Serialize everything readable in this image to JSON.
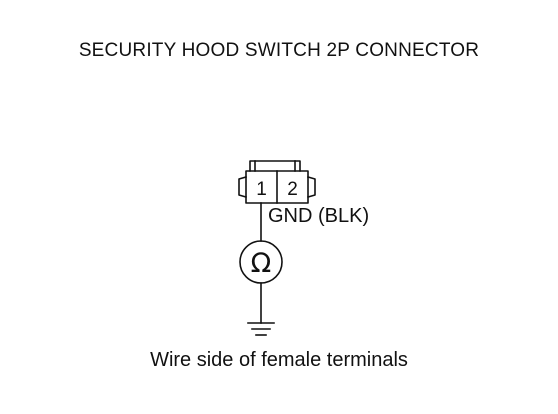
{
  "diagram": {
    "title": "SECURITY HOOD SWITCH 2P CONNECTOR",
    "connector": {
      "terminals": [
        "1",
        "2"
      ]
    },
    "ground_wire_label": "GND (BLK)",
    "meter_symbol": "Ω",
    "meter_icon": "ohmmeter-icon",
    "ground_icon": "ground-symbol-icon",
    "caption": "Wire side of female terminals"
  }
}
